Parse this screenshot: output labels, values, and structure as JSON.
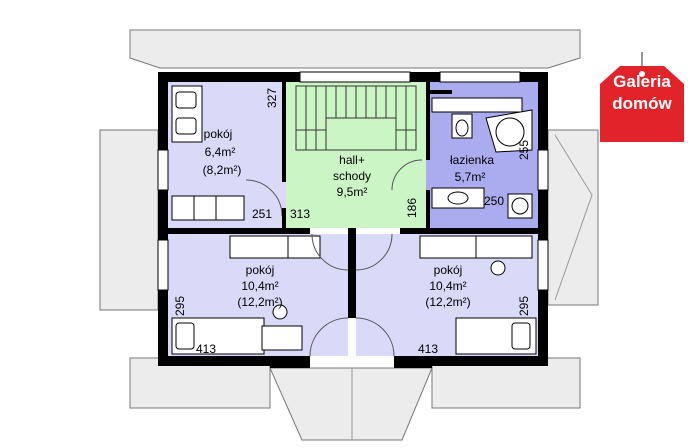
{
  "badge": {
    "line1": "Galeria",
    "line2": "domów",
    "color": "#e0242a"
  },
  "colors": {
    "bedroom": "#d9d9f8",
    "hall": "#ccf5c6",
    "bathroom": "#ababf0",
    "roof": "#ececec",
    "wall": "#000000"
  },
  "rooms": {
    "bedroom_nw": {
      "name": "pokój",
      "area": "6,4m²",
      "area_total": "(8,2m²)"
    },
    "hall": {
      "name": "hall+",
      "name2": "schody",
      "area": "9,5m²"
    },
    "bathroom": {
      "name": "łazienka",
      "area": "5,7m²"
    },
    "bedroom_sw": {
      "name": "pokój",
      "area": "10,4m²",
      "area_total": "(12,2m²)"
    },
    "bedroom_se": {
      "name": "pokój",
      "area": "10,4m²",
      "area_total": "(12,2m²)"
    }
  },
  "dimensions": {
    "d327": "327",
    "d251": "251",
    "d313": "313",
    "d186": "186",
    "d255": "255",
    "d250": "250",
    "d295_left": "295",
    "d295_right": "295",
    "d413_left": "413",
    "d413_right": "413"
  }
}
